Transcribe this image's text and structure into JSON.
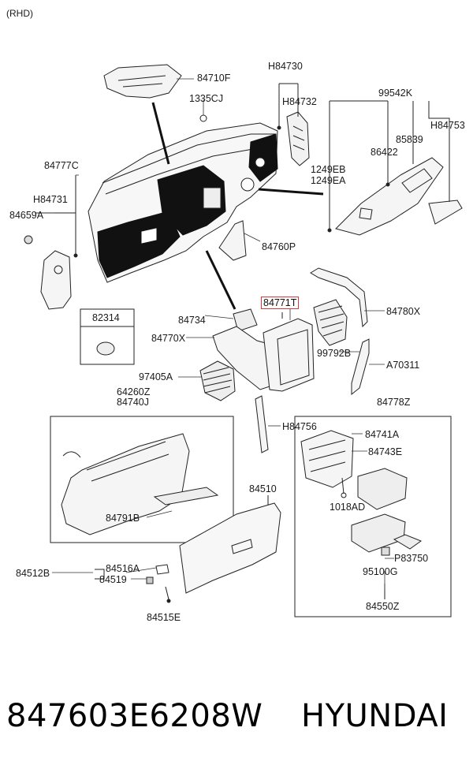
{
  "header": {
    "variant": "(RHD)"
  },
  "labels": {
    "p84710F": "84710F",
    "p1335CJ": "1335CJ",
    "pH84730": "H84730",
    "pH84732": "H84732",
    "p99542K": "99542K",
    "pH84753": "H84753",
    "p85839": "85839",
    "p86422": "86422",
    "p1249EB": "1249EB",
    "p1249EA": "1249EA",
    "p84777C": "84777C",
    "pH84731": "H84731",
    "p84659A": "84659A",
    "p84760P": "84760P",
    "p82314": "82314",
    "p84734": "84734",
    "p84771T": "84771T",
    "p84780X": "84780X",
    "p84770X": "84770X",
    "p99792B": "99792B",
    "p97405A": "97405A",
    "pA70311": "A70311",
    "p64260Z": "64260Z",
    "p84740J": "84740J",
    "p84778Z": "84778Z",
    "pH84756": "H84756",
    "p84741A": "84741A",
    "p84743E": "84743E",
    "p84510": "84510",
    "p84791B": "84791B",
    "p1018AD": "1018AD",
    "p84512B": "84512B",
    "p84516A": "84516A",
    "p84519": "84519",
    "pP83750": "P83750",
    "p95100G": "95100G",
    "p84515E": "84515E",
    "p84550Z": "84550Z"
  },
  "footer": {
    "part_number": "847603E6208W",
    "brand": "HYUNDAI"
  },
  "colors": {
    "highlight": "#d63a3a",
    "line": "#222222",
    "trim": "#111111"
  }
}
